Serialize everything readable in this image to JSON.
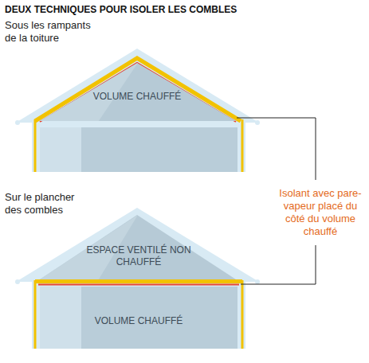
{
  "diagram": {
    "title": "DEUX TECHNIQUES POUR ISOLER LES COMBLES",
    "nodes": [
      {
        "text": [
          "VOLUME CHAUFFÉ"
        ]
      },
      {
        "text": [
          "ESPACE VENTILÉ NON CHAUFFÉ"
        ]
      },
      {
        "text": [
          "VOLUME CHAUFFÉ"
        ]
      }
    ],
    "labels": [
      "Sous les rampants de la toiture",
      "Sur le plancher des combles",
      "Isolant avec pare-vapeur placé du côté du volume chauffé"
    ]
  }
}
